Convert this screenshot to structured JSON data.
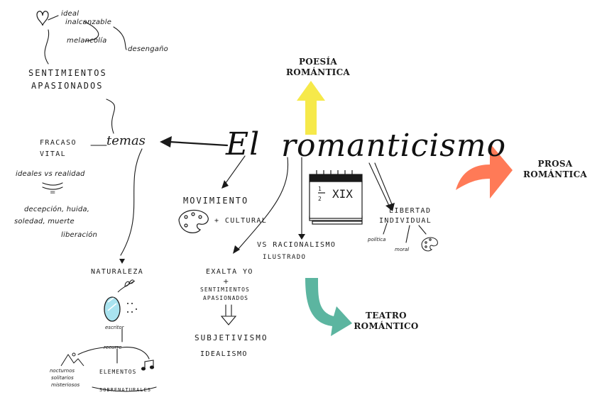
{
  "title": {
    "article": "El",
    "word": "romanticismo"
  },
  "genres": {
    "poesia": {
      "line1": "POESÍA",
      "line2": "ROMÁNTICA",
      "arrow_color": "#f6e94a"
    },
    "prosa": {
      "line1": "PROSA",
      "line2": "ROMÁNTICA",
      "arrow_color": "#ff7a57"
    },
    "teatro": {
      "line1": "TEATRO",
      "line2": "ROMÁNTICO",
      "arrow_color": "#5cb5a0"
    }
  },
  "temas": {
    "label": "temas",
    "sentimientos": {
      "line1": "SENTIMIENTOS",
      "line2": "APASIONADOS",
      "ideal": "ideal",
      "inalcanzable": "inalcanzable",
      "melancolia": "melancolía",
      "desengano": "desengaño"
    },
    "fracaso": {
      "line1": "FRACASO",
      "line2": "VITAL",
      "ideales": "ideales vs realidad",
      "igual": "=",
      "decepcion": "decepción, huida,",
      "soledad": "soledad, muerte",
      "liberacion": "liberación"
    },
    "naturaleza": {
      "label": "NATURALEZA",
      "escritor": "escritor",
      "recurre": "recurre",
      "nocturnos": "nocturnos",
      "solitarios": "solitarios",
      "misteriosos": "misteriosos",
      "elementos": "ELEMENTOS",
      "sobrenaturales": "SOBRENATURALES"
    }
  },
  "movimiento": {
    "line1": "MOVIMIENTO",
    "line2": "+ CULTURAL"
  },
  "racionalismo": {
    "line1": "VS RACIONALISMO",
    "line2": "ILUSTRADO"
  },
  "exalta": {
    "line1": "EXALTA YO",
    "plus": "+",
    "line2": "SENTIMIENTOS",
    "line3": "APASIONADOS",
    "line4": "SUBJETIVISMO",
    "line5": "IDEALISMO"
  },
  "calendar": {
    "half_top": "1",
    "half_bottom": "2",
    "century": "XIX"
  },
  "libertad": {
    "line1": "LIBERTAD",
    "line2": "INDIVIDUAL",
    "politica": "política",
    "moral": "moral"
  }
}
